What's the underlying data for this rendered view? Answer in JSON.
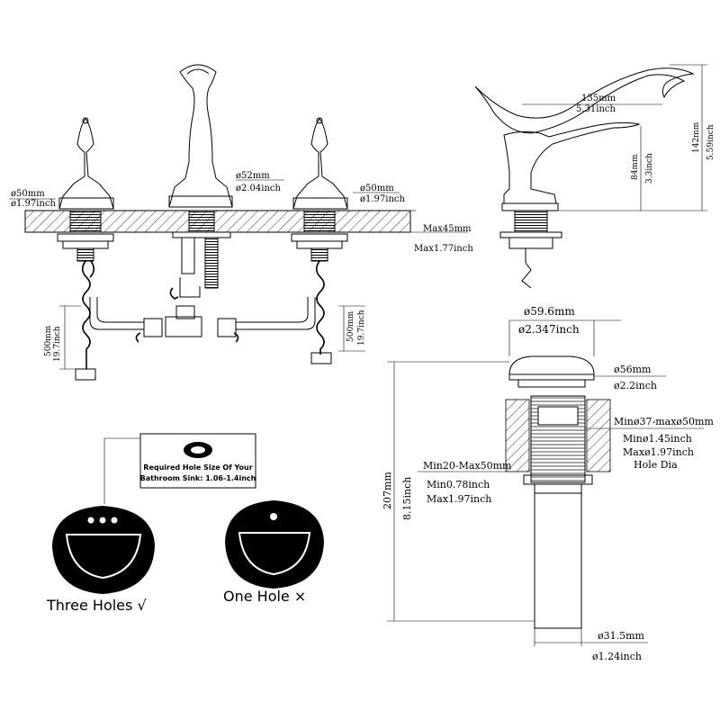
{
  "faucet_front": {
    "left_handle_dia_mm": "ø50mm",
    "left_handle_dia_in": "ø1.97inch",
    "spout_dia_mm": "ø52mm",
    "spout_dia_in": "ø2.04inch",
    "right_handle_dia_mm": "ø50mm",
    "right_handle_dia_in": "ø1.97inch",
    "deck_max_mm": "Max45mm",
    "deck_max_in": "Max1.77inch",
    "left_hose_mm": "500mm",
    "left_hose_in": "19.7inch",
    "right_hose_mm": "500mm",
    "right_hose_in": "19.7inch"
  },
  "faucet_side": {
    "reach_mm": "135mm",
    "reach_in": "5.31inch",
    "spout_height_mm": "84mm",
    "spout_height_in": "3.3inch",
    "total_height_mm": "142mm",
    "total_height_in": "5.59inch"
  },
  "drain": {
    "cap_dia_mm": "ø59.6mm",
    "cap_dia_in": "ø2.347inch",
    "flange_dia_mm": "ø56mm",
    "flange_dia_in": "ø2.2inch",
    "hole_range_mm": "Minø37-maxø50mm",
    "hole_min_in": "Minø1.45inch",
    "hole_max_in": "Maxø1.97inch",
    "hole_dia_label": "Hole Dia",
    "thickness_mm": "Min20-Max50mm",
    "thickness_min_in": "Min0.78inch",
    "thickness_max_in": "Max1.97inch",
    "total_len_mm": "207mm",
    "total_len_in": "8.15inch",
    "pipe_dia_mm": "ø31.5mm",
    "pipe_dia_in": "ø1.24inch"
  },
  "sink": {
    "callout_line1": "Required Hole Size Of Your",
    "callout_line2": "Bathroom Sink: 1.06-1.4inch",
    "three_holes_label": "Three Holes √",
    "one_hole_label": "One Hole ×"
  }
}
